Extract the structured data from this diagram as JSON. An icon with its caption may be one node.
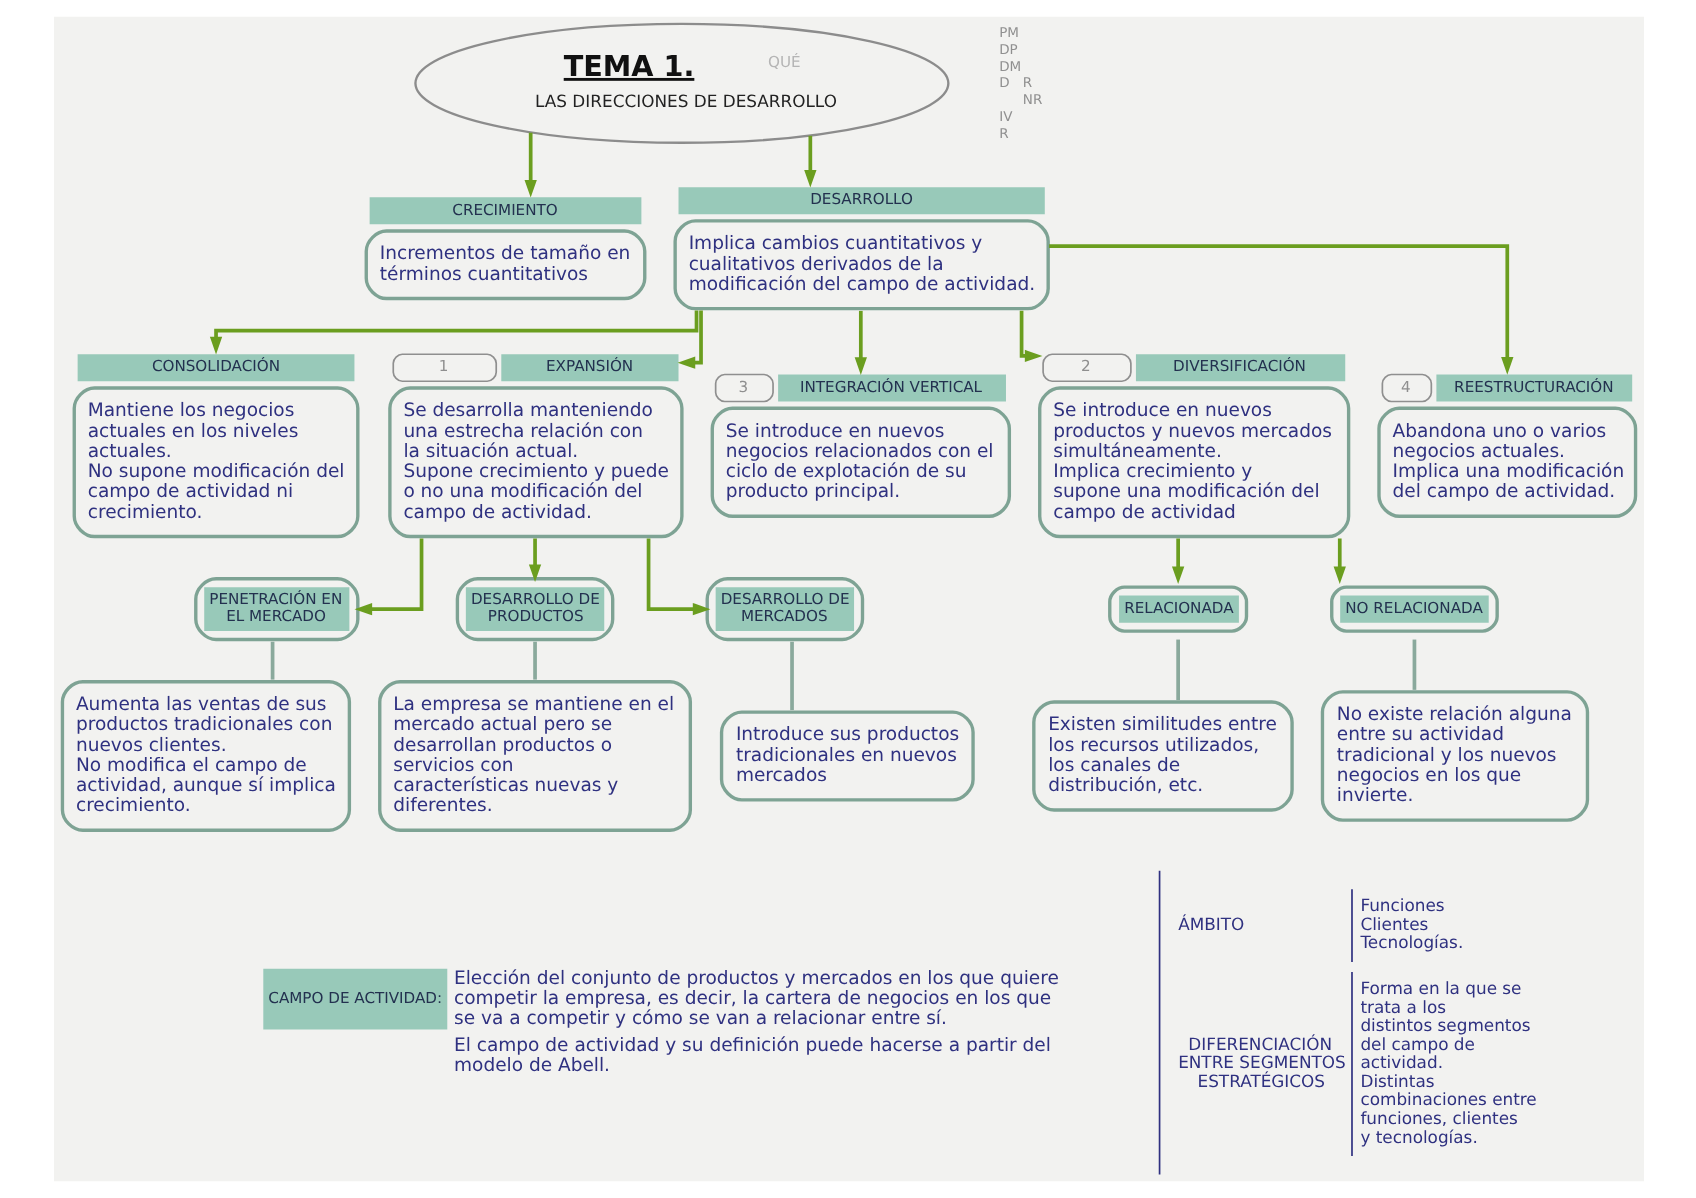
{
  "diagram": {
    "nodes": [
      {
        "text": [
          "TEMA 1.",
          "QUÉ",
          "LAS DIRECCIONES DE DESARROLLO"
        ]
      },
      {
        "text": [
          "CRECIMIENTO",
          "Incrementos de tamaño en términos cuantitativos"
        ]
      },
      {
        "text": [
          "DESARROLLO",
          "Implica cambios cuantitativos y cualitativos derivados de la modificación del campo de actividad."
        ]
      },
      {
        "text": [
          "CONSOLIDACIÓN",
          "Mantiene los negocios actuales en los niveles actuales.",
          "No supone modificación del campo de actividad ni crecimiento."
        ]
      },
      {
        "text": [
          "EXPANSIÓN",
          "Se desarrolla manteniendo una estrecha relación con la situación actual.",
          "Supone crecimiento y puede o no una modificación del campo de actividad."
        ],
        "beside": [
          "1"
        ]
      },
      {
        "text": [
          "INTEGRACIÓN VERTICAL",
          "Se introduce en nuevos negocios relacionados con el ciclo de explotación de su producto principal."
        ],
        "beside": [
          "3"
        ]
      },
      {
        "text": [
          "DIVERSIFICACIÓN",
          "Se introduce en nuevos productos y nuevos mercados simultáneamente.",
          "Implica crecimiento y supone una modificación del campo de actividad"
        ],
        "beside": [
          "2"
        ]
      },
      {
        "text": [
          "REESTRUCTURACIÓN",
          "Abandona uno o varios negocios actuales.",
          "Implica una modificación del campo de actividad."
        ],
        "beside": [
          "4"
        ]
      },
      {
        "text": [
          "PENETRACIÓN EN EL MERCADO"
        ]
      },
      {
        "text": [
          "Aumenta las ventas de sus productos tradicionales con nuevos clientes.",
          "No modifica el campo de actividad, aunque sí implica crecimiento."
        ]
      },
      {
        "text": [
          "DESARROLLO DE PRODUCTOS"
        ]
      },
      {
        "text": [
          "La empresa se mantiene en el mercado actual pero se desarrollan productos o servicios con características nuevas y diferentes."
        ]
      },
      {
        "text": [
          "DESARROLLO DE MERCADOS"
        ]
      },
      {
        "text": [
          "Introduce sus productos tradicionales en nuevos mercados"
        ]
      },
      {
        "text": [
          "RELACIONADA"
        ]
      },
      {
        "text": [
          "Existen similitudes entre los recursos utilizados, los canales de distribución, etc."
        ]
      },
      {
        "text": [
          "NO RELACIONADA"
        ]
      },
      {
        "text": [
          "No existe relación alguna entre su actividad tradicional y los nuevos negocios en los que invierte."
        ]
      }
    ],
    "edges": [
      {
        "from": 0,
        "to": 1,
        "arrow": "to"
      },
      {
        "from": 0,
        "to": 2,
        "arrow": "to"
      },
      {
        "from": 2,
        "to": 3,
        "arrow": "to"
      },
      {
        "from": 2,
        "to": 4,
        "arrow": "to"
      },
      {
        "from": 2,
        "to": 5,
        "arrow": "to"
      },
      {
        "from": 2,
        "to": 6,
        "arrow": "to"
      },
      {
        "from": 2,
        "to": 7,
        "arrow": "to"
      },
      {
        "from": 4,
        "to": 8,
        "arrow": "to"
      },
      {
        "from": 4,
        "to": 10,
        "arrow": "to"
      },
      {
        "from": 4,
        "to": 12,
        "arrow": "to"
      },
      {
        "from": 8,
        "to": 9,
        "arrow": "none",
        "color": "#8aa99c"
      },
      {
        "from": 10,
        "to": 11,
        "arrow": "none",
        "color": "#8aa99c"
      },
      {
        "from": 12,
        "to": 13,
        "arrow": "none",
        "color": "#8aa99c"
      },
      {
        "from": 6,
        "to": 14,
        "arrow": "to"
      },
      {
        "from": 6,
        "to": 16,
        "arrow": "to"
      },
      {
        "from": 14,
        "to": 15,
        "arrow": "none",
        "color": "#8aa99c"
      },
      {
        "from": 16,
        "to": 17,
        "arrow": "none",
        "color": "#8aa99c"
      }
    ],
    "labels": [
      "PM",
      "DP",
      "DM",
      "D",
      "R",
      "NR",
      "IV",
      "R",
      "CAMPO DE ACTIVIDAD:",
      "Elección del conjunto de productos y mercados en los que quiere competir la empresa, es decir, la cartera de negocios en los que se va a competir y cómo se van a relacionar entre sí.",
      "El campo de actividad y su definición puede hacerse a partir del modelo de Abell.",
      "ÁMBITO",
      "Funciones",
      "Clientes",
      "Tecnologías.",
      "DIFERENCIACIÓN ENTRE SEGMENTOS ESTRATÉGICOS",
      "Forma en la que se trata a los distintos segmentos del campo de actividad.",
      "Distintas combinaciones entre funciones, clientes y tecnologías."
    ]
  }
}
